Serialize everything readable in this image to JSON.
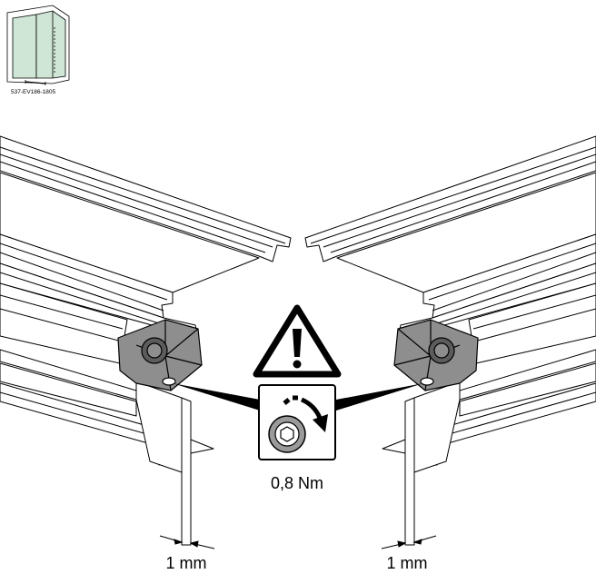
{
  "thumbnail": {
    "code": "537-EV186-1805"
  },
  "torque": {
    "value": "0,8 Nm"
  },
  "gaps": {
    "left": "1 mm",
    "right": "1 mm"
  },
  "colors": {
    "line": "#000000",
    "panel_fill": "#ffffff",
    "bracket_fill": "#8e8e8e",
    "bracket_dark": "#5c5c5c",
    "thumb_glass": "#cfe6d6"
  },
  "icons": {
    "warning": "warning-triangle-icon",
    "hex_screw": "hex-screw-icon",
    "rotate_arrow": "clockwise-arrow-icon"
  }
}
